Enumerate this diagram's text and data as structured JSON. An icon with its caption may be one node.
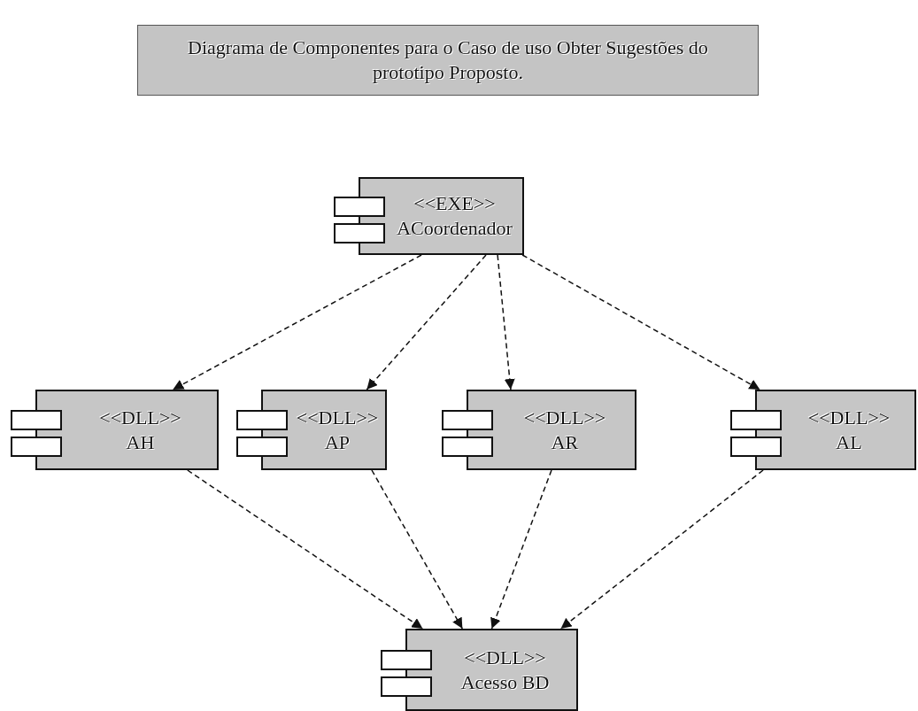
{
  "diagram": {
    "title": "Diagrama de Componentes para o Caso de uso Obter Sugestões do prototipo Proposto.",
    "nodes": [
      {
        "text": [
          "<<EXE>>",
          "ACoordenador"
        ]
      },
      {
        "text": [
          "<<DLL>>",
          "AH"
        ]
      },
      {
        "text": [
          "<<DLL>>",
          "AP"
        ]
      },
      {
        "text": [
          "<<DLL>>",
          "AR"
        ]
      },
      {
        "text": [
          "<<DLL>>",
          "AL"
        ]
      },
      {
        "text": [
          "<<DLL>>",
          "Acesso BD"
        ]
      }
    ],
    "edges": [
      {
        "from": 0,
        "to": 1,
        "arrow": "to",
        "style": "dashed"
      },
      {
        "from": 0,
        "to": 2,
        "arrow": "to",
        "style": "dashed"
      },
      {
        "from": 0,
        "to": 3,
        "arrow": "to",
        "style": "dashed"
      },
      {
        "from": 0,
        "to": 4,
        "arrow": "to",
        "style": "dashed"
      },
      {
        "from": 1,
        "to": 5,
        "arrow": "to",
        "style": "dashed"
      },
      {
        "from": 2,
        "to": 5,
        "arrow": "to",
        "style": "dashed"
      },
      {
        "from": 3,
        "to": 5,
        "arrow": "to",
        "style": "dashed"
      },
      {
        "from": 4,
        "to": 5,
        "arrow": "to",
        "style": "dashed"
      }
    ]
  }
}
